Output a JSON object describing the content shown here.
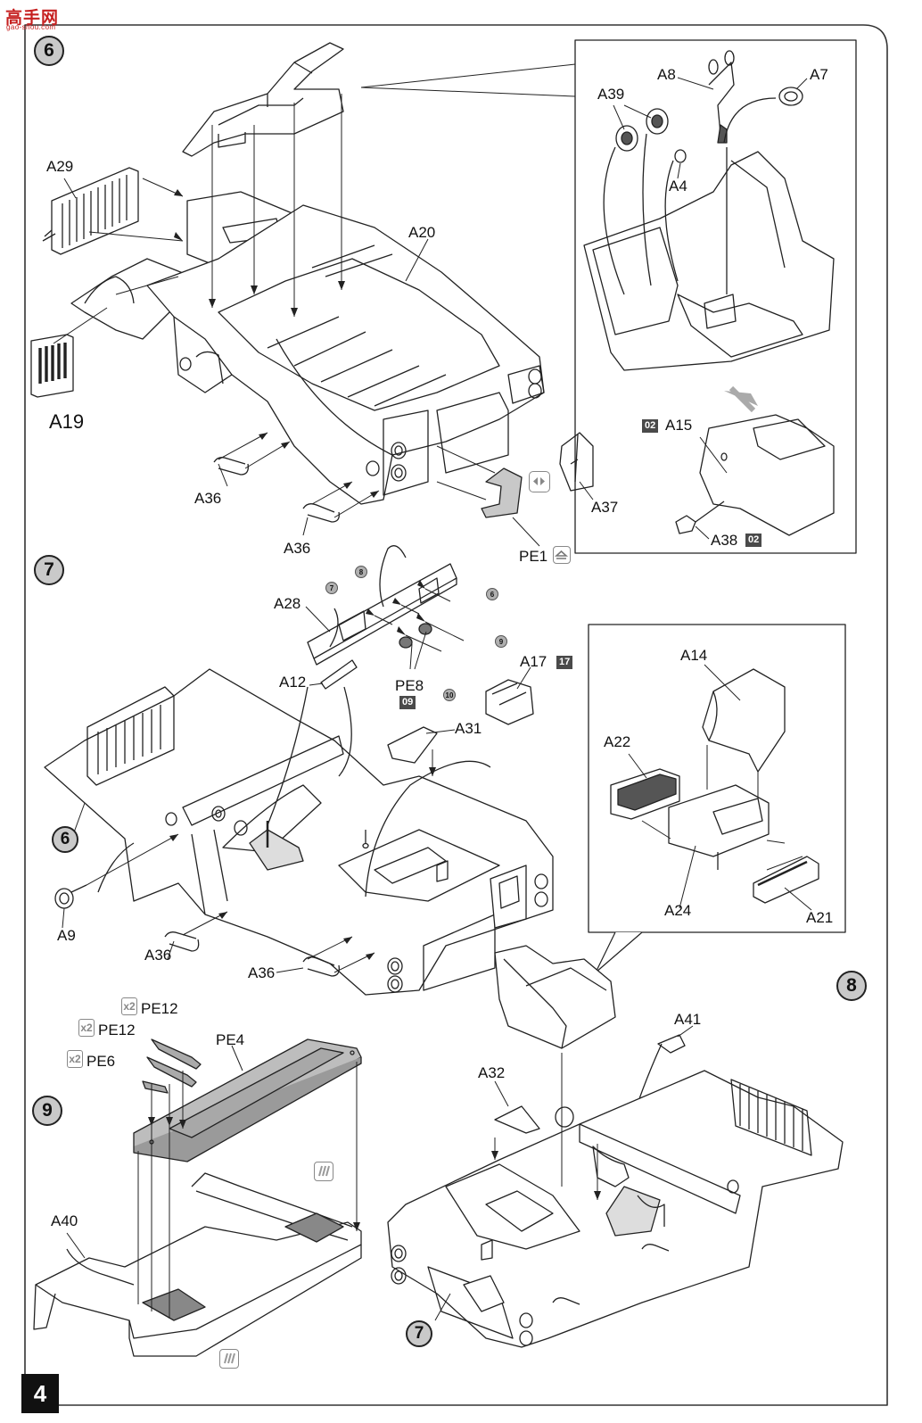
{
  "watermark": {
    "brand": "高手网",
    "url": "gao-shou.com"
  },
  "page": {
    "number": "4"
  },
  "steps": {
    "six": "6",
    "seven": "7",
    "eight": "8",
    "nine": "9"
  },
  "parts": {
    "a29": "A29",
    "a20": "A20",
    "a19": "A19",
    "a36": "A36",
    "a37": "A37",
    "pe1": "PE1",
    "a39": "A39",
    "a8": "A8",
    "a7": "A7",
    "a4": "A4",
    "a15": "A15",
    "a38": "A38",
    "a28": "A28",
    "a12": "A12",
    "pe8": "PE8",
    "a17": "A17",
    "a31": "A31",
    "a9": "A9",
    "a14": "A14",
    "a22": "A22",
    "a24": "A24",
    "a21": "A21",
    "a41": "A41",
    "a32": "A32",
    "pe12": "PE12",
    "pe4": "PE4",
    "pe6": "PE6",
    "a40": "A40"
  },
  "callouts": {
    "b02": "02",
    "b09": "09",
    "b17": "17"
  },
  "paint_refs": {
    "p6": "6",
    "p7": "7",
    "p8": "8",
    "p9": "9",
    "p10": "10"
  },
  "quantity": {
    "x2": "x2"
  }
}
